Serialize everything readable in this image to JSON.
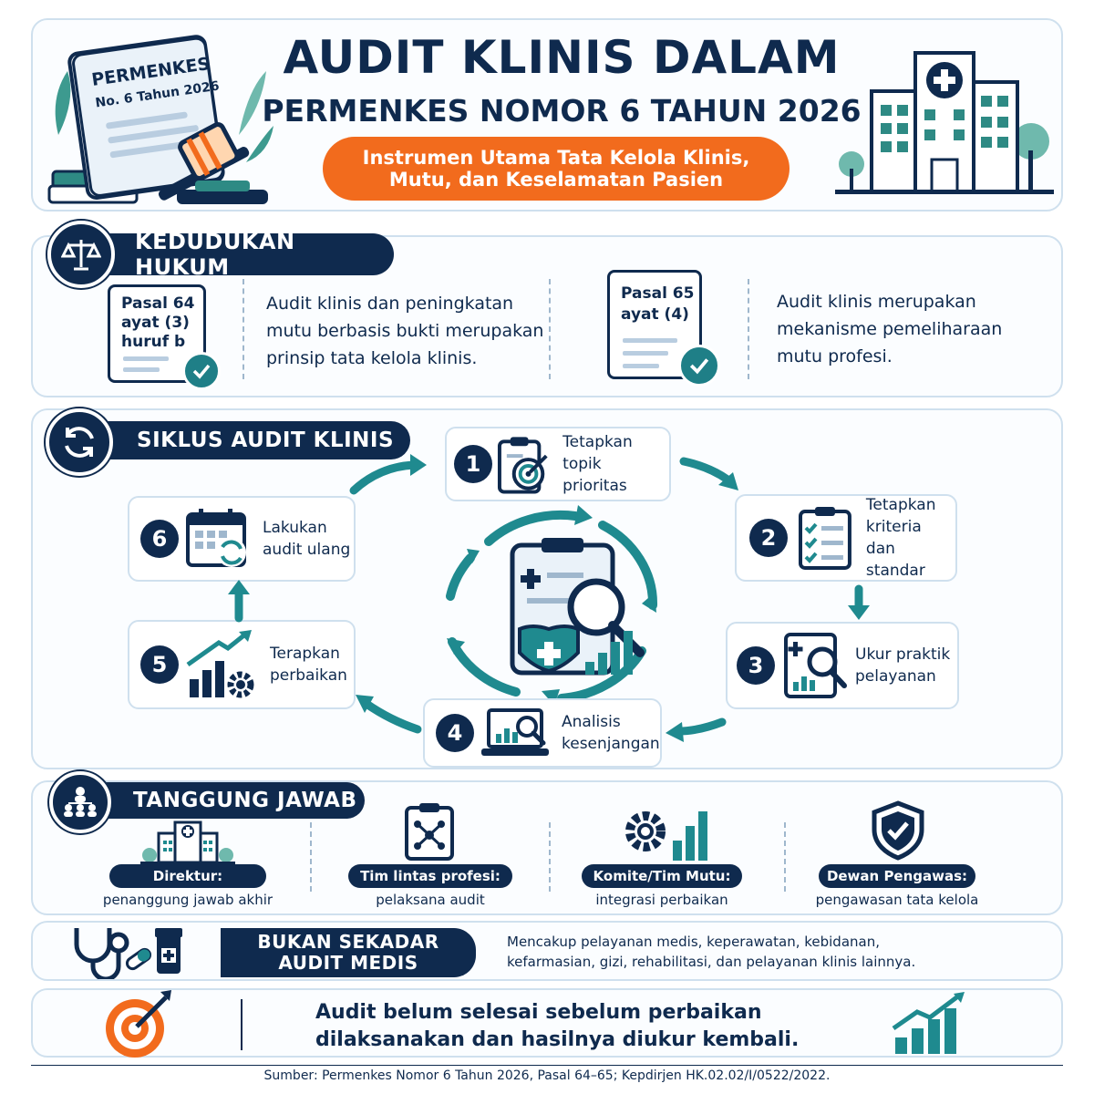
{
  "header": {
    "title_line1": "AUDIT KLINIS DALAM",
    "title_line2": "PERMENKES NOMOR 6 TAHUN 2026",
    "subtitle_line1": "Instrumen Utama Tata Kelola Klinis,",
    "subtitle_line2": "Mutu, dan Keselamatan Pasien",
    "book_line1": "PERMENKES",
    "book_line2": "No. 6 Tahun 2026"
  },
  "legal": {
    "title": "KEDUDUKAN HUKUM",
    "items": [
      {
        "doc_label": "Pasal 64\nayat (3)\nhuruf b",
        "text": "Audit klinis dan peningkatan\nmutu berbasis bukti merupakan\nprinsip tata kelola klinis."
      },
      {
        "doc_label": "Pasal 65\nayat (4)",
        "text": "Audit klinis merupakan\nmekanisme pemeliharaan\nmutu profesi."
      }
    ]
  },
  "cycle": {
    "title": "SIKLUS AUDIT KLINIS",
    "steps": [
      {
        "num": "1",
        "text": "Tetapkan\ntopik prioritas",
        "icon": "target-clipboard-icon"
      },
      {
        "num": "2",
        "text": "Tetapkan\nkriteria dan\nstandar",
        "icon": "checklist-icon"
      },
      {
        "num": "3",
        "text": "Ukur praktik\npelayanan",
        "icon": "magnify-chart-icon"
      },
      {
        "num": "4",
        "text": "Analisis\nkesenjangan",
        "icon": "laptop-analysis-icon"
      },
      {
        "num": "5",
        "text": "Terapkan\nperbaikan",
        "icon": "growth-gear-icon"
      },
      {
        "num": "6",
        "text": "Lakukan\naudit ulang",
        "icon": "calendar-refresh-icon"
      }
    ]
  },
  "responsibility": {
    "title": "TANGGUNG JAWAB",
    "items": [
      {
        "label": "Direktur:",
        "desc": "penanggung jawab akhir",
        "icon": "hospital-icon"
      },
      {
        "label": "Tim lintas profesi:",
        "desc": "pelaksana audit",
        "icon": "network-clipboard-icon"
      },
      {
        "label": "Komite/Tim Mutu:",
        "desc": "integrasi perbaikan",
        "icon": "gear-chart-icon"
      },
      {
        "label": "Dewan Pengawas:",
        "desc": "pengawasan tata kelola",
        "icon": "shield-check-icon"
      }
    ]
  },
  "scope": {
    "title_line1": "BUKAN SEKADAR",
    "title_line2": "AUDIT MEDIS",
    "text_line1": "Mencakup pelayanan medis, keperawatan, kebidanan,",
    "text_line2": "kefarmasian, gizi, rehabilitasi, dan pelayanan klinis lainnya."
  },
  "closing": {
    "line1": "Audit belum selesai sebelum perbaikan",
    "line2": "dilaksanakan dan hasilnya diukur kembali."
  },
  "source": "Sumber: Permenkes Nomor 6 Tahun 2026, Pasal 64–65; Kepdirjen HK.02.02/I/0522/2022.",
  "colors": {
    "navy": "#0f2a4e",
    "teal": "#1f8a8f",
    "orange": "#f26b1d",
    "border": "#cfe0ee"
  }
}
